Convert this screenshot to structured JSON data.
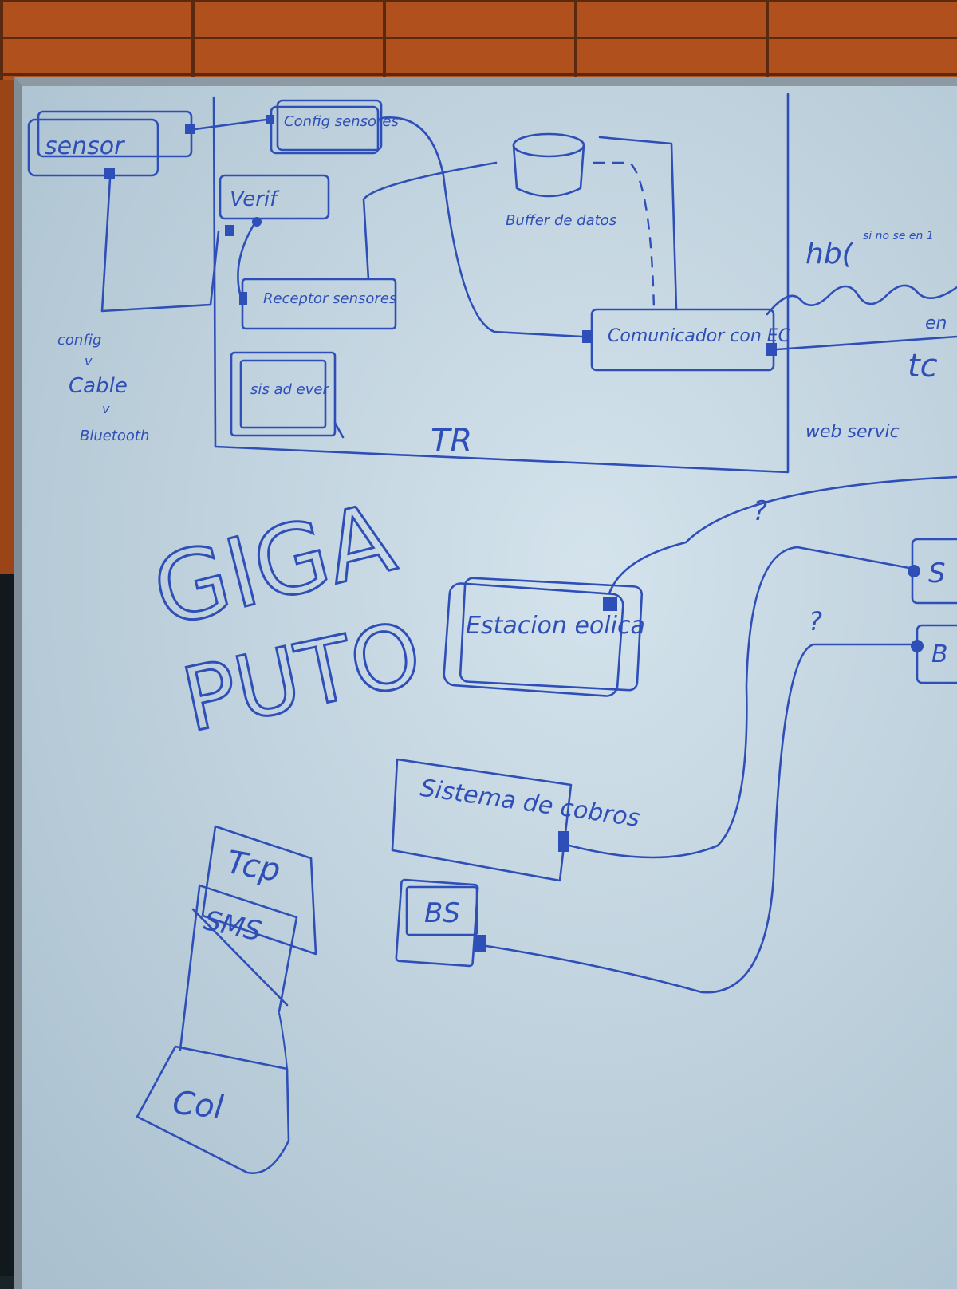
{
  "whiteboard": {
    "top_section": {
      "sensor": "sensor",
      "config_sensores": "Config sensores",
      "verif": "Verif",
      "receptor_sensores": "Receptor sensores",
      "buffer_de_datos": "Buffer de datos",
      "comunicador_con_ec": "Comunicador con EC",
      "sis_admin_ever": "sis ad ever",
      "region_label": "TR",
      "config_list": [
        "config",
        "v",
        "Cable",
        "v",
        "Bluetooth"
      ],
      "right_notes": {
        "hb": "hb(",
        "hb_small": "si no se en 1",
        "en": "en",
        "tc": "tc",
        "web_service": "web servic"
      }
    },
    "big_text": [
      "GIGA",
      "PUTO"
    ],
    "bottom_section": {
      "estacion_eolica": "Estacion eolica",
      "sistema_de_cobros": "Sistema de cobros",
      "bs": "BS",
      "question_marks": [
        "?",
        "?"
      ],
      "right_partial": [
        "S",
        "B"
      ],
      "stack": [
        "Tcp",
        "SMS",
        "Col"
      ]
    },
    "colors": {
      "ink": "#2f4fb8",
      "board": "#c8d9e4",
      "brick": "#b0501c"
    }
  }
}
